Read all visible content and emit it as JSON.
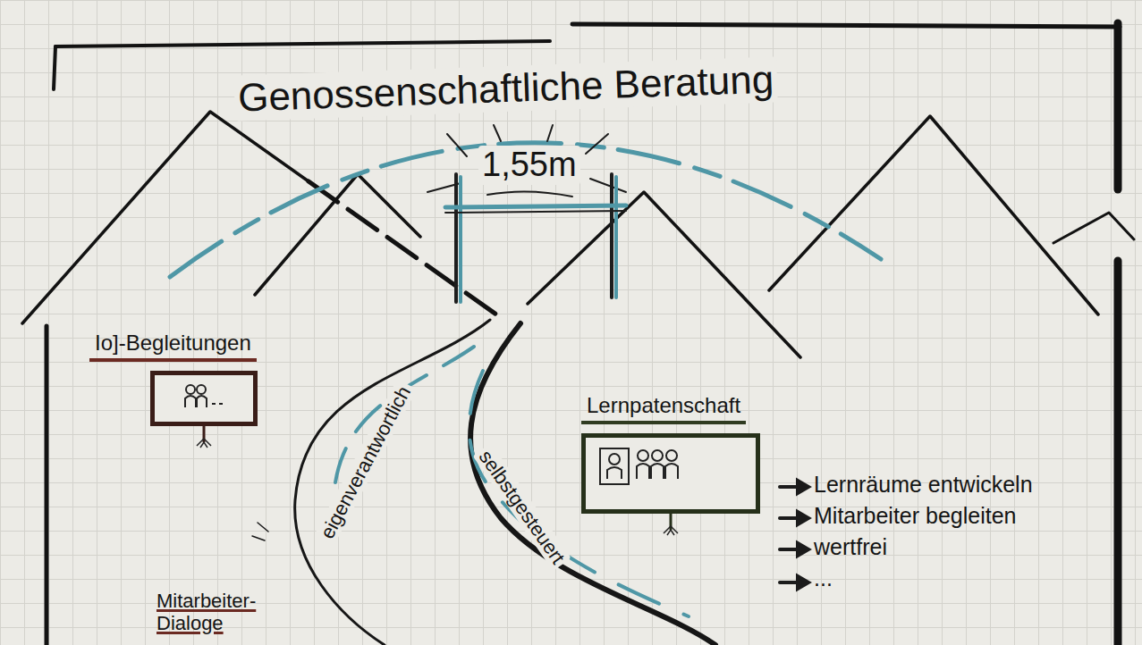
{
  "diagram": {
    "title": "Genossenschaftliche Beratung",
    "nodes": [
      {
        "text": [
          "Io]-Begleitungen"
        ]
      },
      {
        "text": [
          "Lernpatenschaft"
        ]
      }
    ],
    "labels": [
      "1,55m",
      "eigenverantwortlich",
      "selbstgesteuert",
      "Lernräume entwickeln",
      "Mitarbeiter begleiten",
      "wertfrei",
      "...",
      "Mitarbeiter- Dialoge"
    ]
  }
}
